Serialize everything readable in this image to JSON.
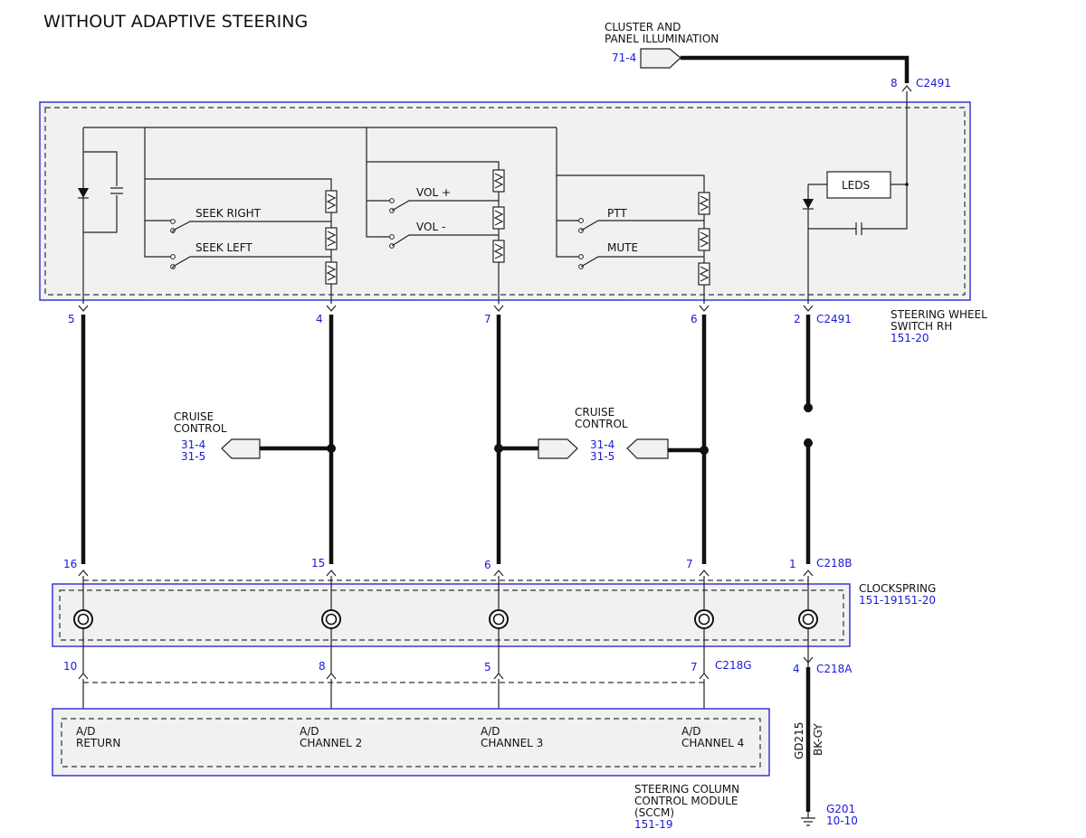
{
  "title": "WITHOUT ADAPTIVE STEERING",
  "cluster": {
    "label_line1": "CLUSTER AND",
    "label_line2": "PANEL ILLUMINATION",
    "ref": "71-4"
  },
  "connectors": {
    "c2491": "C2491",
    "c218b": "C218B",
    "c218a": "C218A",
    "c218g": "C218G"
  },
  "pins": {
    "c2491_top": "8",
    "c2491_bottom": [
      "5",
      "4",
      "7",
      "6",
      "2"
    ],
    "c218b": [
      "16",
      "15",
      "6",
      "7",
      "1"
    ],
    "c218g": [
      "10",
      "8",
      "5",
      "7"
    ],
    "c218a": "4"
  },
  "switch_module": {
    "line1": "STEERING WHEEL",
    "line2": "SWITCH RH",
    "ref": "151-20"
  },
  "switches": {
    "seek_right": "SEEK RIGHT",
    "seek_left": "SEEK LEFT",
    "vol_up": "VOL +",
    "vol_down": "VOL -",
    "ptt": "PTT",
    "mute": "MUTE",
    "leds": "LEDS"
  },
  "cruise_left": {
    "line1": "CRUISE",
    "line2": "CONTROL",
    "ref1": "31-4",
    "ref2": "31-5"
  },
  "cruise_right": {
    "line1": "CRUISE",
    "line2": "CONTROL",
    "ref1": "31-4",
    "ref2": "31-5"
  },
  "clockspring": {
    "label": "CLOCKSPRING",
    "ref": "151-19151-20"
  },
  "sccm": {
    "pins": [
      {
        "line1": "A/D",
        "line2": "RETURN"
      },
      {
        "line1": "A/D",
        "line2": "CHANNEL 2"
      },
      {
        "line1": "A/D",
        "line2": "CHANNEL 3"
      },
      {
        "line1": "A/D",
        "line2": "CHANNEL 4"
      }
    ],
    "line1": "STEERING COLUMN",
    "line2": "CONTROL MODULE",
    "line3": "(SCCM)",
    "ref": "151-19"
  },
  "ground": {
    "circuit": "GD215",
    "color": "BK-GY",
    "name": "G201",
    "ref": "10-10"
  }
}
